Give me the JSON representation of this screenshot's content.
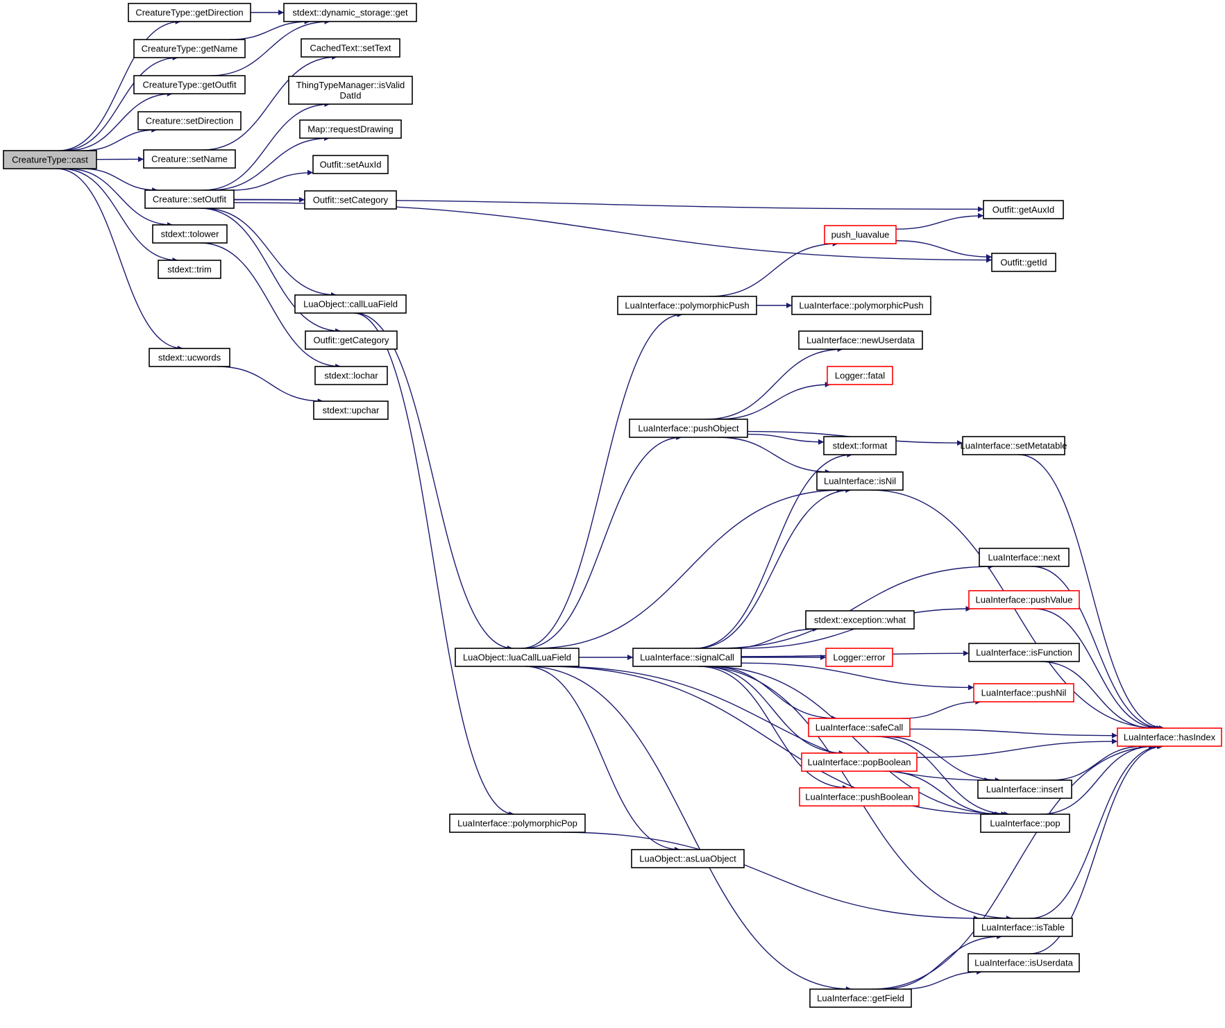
{
  "colors": {
    "edge": "#191970",
    "node_border": "#000000",
    "highlight_border": "#ff0000",
    "root_fill": "#bfbfbf"
  },
  "nodes": [
    {
      "id": "cast",
      "label": [
        "CreatureType::cast"
      ],
      "style": "root"
    },
    {
      "id": "getDirection",
      "label": [
        "CreatureType::getDirection"
      ],
      "style": "normal"
    },
    {
      "id": "getName",
      "label": [
        "CreatureType::getName"
      ],
      "style": "normal"
    },
    {
      "id": "getOutfit",
      "label": [
        "CreatureType::getOutfit"
      ],
      "style": "normal"
    },
    {
      "id": "setDirection",
      "label": [
        "Creature::setDirection"
      ],
      "style": "normal"
    },
    {
      "id": "setName",
      "label": [
        "Creature::setName"
      ],
      "style": "normal"
    },
    {
      "id": "setOutfit",
      "label": [
        "Creature::setOutfit"
      ],
      "style": "normal"
    },
    {
      "id": "tolower",
      "label": [
        "stdext::tolower"
      ],
      "style": "normal"
    },
    {
      "id": "trim",
      "label": [
        "stdext::trim"
      ],
      "style": "normal"
    },
    {
      "id": "ucwords",
      "label": [
        "stdext::ucwords"
      ],
      "style": "normal"
    },
    {
      "id": "dynget",
      "label": [
        "stdext::dynamic_storage::get"
      ],
      "style": "normal"
    },
    {
      "id": "setText",
      "label": [
        "CachedText::setText"
      ],
      "style": "normal"
    },
    {
      "id": "isValidDatId",
      "label": [
        "ThingTypeManager::isValid",
        "DatId"
      ],
      "style": "normal"
    },
    {
      "id": "requestDrawing",
      "label": [
        "Map::requestDrawing"
      ],
      "style": "normal"
    },
    {
      "id": "setAuxId",
      "label": [
        "Outfit::setAuxId"
      ],
      "style": "normal"
    },
    {
      "id": "setCategory",
      "label": [
        "Outfit::setCategory"
      ],
      "style": "normal"
    },
    {
      "id": "callLuaField",
      "label": [
        "LuaObject::callLuaField"
      ],
      "style": "normal"
    },
    {
      "id": "getCategory",
      "label": [
        "Outfit::getCategory"
      ],
      "style": "normal"
    },
    {
      "id": "lochar",
      "label": [
        "stdext::lochar"
      ],
      "style": "normal"
    },
    {
      "id": "upchar",
      "label": [
        "stdext::upchar"
      ],
      "style": "normal"
    },
    {
      "id": "getAuxId",
      "label": [
        "Outfit::getAuxId"
      ],
      "style": "normal"
    },
    {
      "id": "getId",
      "label": [
        "Outfit::getId"
      ],
      "style": "normal"
    },
    {
      "id": "push_luavalue",
      "label": [
        "push_luavalue"
      ],
      "style": "red"
    },
    {
      "id": "polyPush1",
      "label": [
        "LuaInterface::polymorphicPush"
      ],
      "style": "normal"
    },
    {
      "id": "polyPush2",
      "label": [
        "LuaInterface::polymorphicPush"
      ],
      "style": "normal"
    },
    {
      "id": "newUserdata",
      "label": [
        "LuaInterface::newUserdata"
      ],
      "style": "normal"
    },
    {
      "id": "fatal",
      "label": [
        "Logger::fatal"
      ],
      "style": "red"
    },
    {
      "id": "pushObject",
      "label": [
        "LuaInterface::pushObject"
      ],
      "style": "normal"
    },
    {
      "id": "format",
      "label": [
        "stdext::format"
      ],
      "style": "normal"
    },
    {
      "id": "setMetatable",
      "label": [
        "LuaInterface::setMetatable"
      ],
      "style": "normal"
    },
    {
      "id": "isNil",
      "label": [
        "LuaInterface::isNil"
      ],
      "style": "normal"
    },
    {
      "id": "next",
      "label": [
        "LuaInterface::next"
      ],
      "style": "normal"
    },
    {
      "id": "pushValue",
      "label": [
        "LuaInterface::pushValue"
      ],
      "style": "red"
    },
    {
      "id": "what",
      "label": [
        "stdext::exception::what"
      ],
      "style": "normal"
    },
    {
      "id": "isFunction",
      "label": [
        "LuaInterface::isFunction"
      ],
      "style": "normal"
    },
    {
      "id": "luaCallLuaField",
      "label": [
        "LuaObject::luaCallLuaField"
      ],
      "style": "normal"
    },
    {
      "id": "signalCall",
      "label": [
        "LuaInterface::signalCall"
      ],
      "style": "normal"
    },
    {
      "id": "error",
      "label": [
        "Logger::error"
      ],
      "style": "red"
    },
    {
      "id": "pushNil",
      "label": [
        "LuaInterface::pushNil"
      ],
      "style": "red"
    },
    {
      "id": "safeCall",
      "label": [
        "LuaInterface::safeCall"
      ],
      "style": "red"
    },
    {
      "id": "hasIndex",
      "label": [
        "LuaInterface::hasIndex"
      ],
      "style": "red"
    },
    {
      "id": "popBoolean",
      "label": [
        "LuaInterface::popBoolean"
      ],
      "style": "red"
    },
    {
      "id": "pushBoolean",
      "label": [
        "LuaInterface::pushBoolean"
      ],
      "style": "red"
    },
    {
      "id": "insert",
      "label": [
        "LuaInterface::insert"
      ],
      "style": "normal"
    },
    {
      "id": "polymorphicPop",
      "label": [
        "LuaInterface::polymorphicPop"
      ],
      "style": "normal"
    },
    {
      "id": "pop",
      "label": [
        "LuaInterface::pop"
      ],
      "style": "normal"
    },
    {
      "id": "asLuaObject",
      "label": [
        "LuaObject::asLuaObject"
      ],
      "style": "normal"
    },
    {
      "id": "isTable",
      "label": [
        "LuaInterface::isTable"
      ],
      "style": "normal"
    },
    {
      "id": "isUserdata",
      "label": [
        "LuaInterface::isUserdata"
      ],
      "style": "normal"
    },
    {
      "id": "getField",
      "label": [
        "LuaInterface::getField"
      ],
      "style": "normal"
    }
  ],
  "edges": [
    [
      "cast",
      "getDirection"
    ],
    [
      "cast",
      "getName"
    ],
    [
      "cast",
      "getOutfit"
    ],
    [
      "cast",
      "setDirection"
    ],
    [
      "cast",
      "setName"
    ],
    [
      "cast",
      "setOutfit"
    ],
    [
      "cast",
      "tolower"
    ],
    [
      "cast",
      "trim"
    ],
    [
      "cast",
      "ucwords"
    ],
    [
      "getDirection",
      "dynget"
    ],
    [
      "getName",
      "dynget"
    ],
    [
      "getOutfit",
      "dynget"
    ],
    [
      "setName",
      "setText"
    ],
    [
      "setOutfit",
      "isValidDatId"
    ],
    [
      "setOutfit",
      "requestDrawing"
    ],
    [
      "setOutfit",
      "setAuxId"
    ],
    [
      "setOutfit",
      "setCategory"
    ],
    [
      "setOutfit",
      "getAuxId"
    ],
    [
      "setOutfit",
      "getId"
    ],
    [
      "setOutfit",
      "callLuaField"
    ],
    [
      "setOutfit",
      "getCategory"
    ],
    [
      "tolower",
      "lochar"
    ],
    [
      "ucwords",
      "upchar"
    ],
    [
      "push_luavalue",
      "getAuxId"
    ],
    [
      "push_luavalue",
      "getId"
    ],
    [
      "polyPush1",
      "push_luavalue"
    ],
    [
      "polyPush1",
      "polyPush2"
    ],
    [
      "callLuaField",
      "luaCallLuaField"
    ],
    [
      "callLuaField",
      "polymorphicPop"
    ],
    [
      "luaCallLuaField",
      "polyPush1"
    ],
    [
      "luaCallLuaField",
      "pushObject"
    ],
    [
      "luaCallLuaField",
      "isNil"
    ],
    [
      "luaCallLuaField",
      "signalCall"
    ],
    [
      "luaCallLuaField",
      "insert"
    ],
    [
      "luaCallLuaField",
      "pop"
    ],
    [
      "luaCallLuaField",
      "asLuaObject"
    ],
    [
      "luaCallLuaField",
      "getField"
    ],
    [
      "pushObject",
      "newUserdata"
    ],
    [
      "pushObject",
      "fatal"
    ],
    [
      "pushObject",
      "format"
    ],
    [
      "pushObject",
      "setMetatable"
    ],
    [
      "pushObject",
      "isNil"
    ],
    [
      "signalCall",
      "format"
    ],
    [
      "signalCall",
      "isNil"
    ],
    [
      "signalCall",
      "next"
    ],
    [
      "signalCall",
      "pushValue"
    ],
    [
      "signalCall",
      "what"
    ],
    [
      "signalCall",
      "isFunction"
    ],
    [
      "signalCall",
      "error"
    ],
    [
      "signalCall",
      "pushNil"
    ],
    [
      "signalCall",
      "safeCall"
    ],
    [
      "signalCall",
      "popBoolean"
    ],
    [
      "signalCall",
      "pushBoolean"
    ],
    [
      "signalCall",
      "pop"
    ],
    [
      "signalCall",
      "isTable"
    ],
    [
      "safeCall",
      "pushNil"
    ],
    [
      "safeCall",
      "hasIndex"
    ],
    [
      "safeCall",
      "insert"
    ],
    [
      "safeCall",
      "pop"
    ],
    [
      "popBoolean",
      "hasIndex"
    ],
    [
      "popBoolean",
      "pop"
    ],
    [
      "setMetatable",
      "hasIndex"
    ],
    [
      "isNil",
      "hasIndex"
    ],
    [
      "next",
      "hasIndex"
    ],
    [
      "pushValue",
      "hasIndex"
    ],
    [
      "isFunction",
      "hasIndex"
    ],
    [
      "insert",
      "hasIndex"
    ],
    [
      "pop",
      "hasIndex"
    ],
    [
      "isTable",
      "hasIndex"
    ],
    [
      "isUserdata",
      "hasIndex"
    ],
    [
      "getField",
      "isTable"
    ],
    [
      "getField",
      "isUserdata"
    ],
    [
      "getField",
      "hasIndex"
    ],
    [
      "polymorphicPop",
      "isTable"
    ]
  ]
}
